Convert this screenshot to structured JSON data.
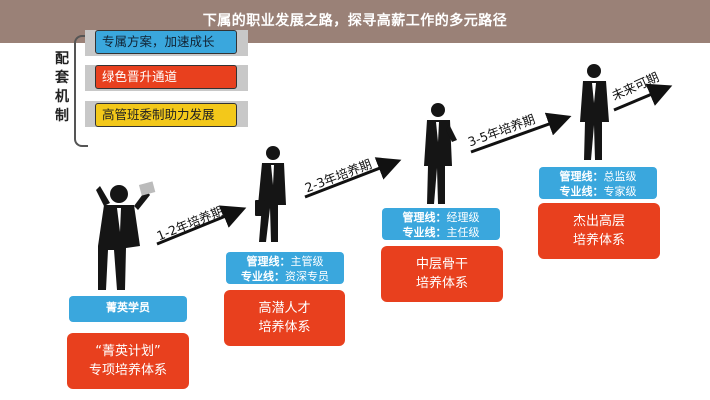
{
  "header": {
    "title": "下属的职业发展之路，探寻高薪工作的多元路径"
  },
  "mechanism": {
    "label_chars": [
      "配",
      "套",
      "机",
      "制"
    ],
    "items": [
      {
        "label": "专属方案，加速成长",
        "color": "#3aa7dd"
      },
      {
        "label": "绿色晋升通道",
        "color": "#e8401e"
      },
      {
        "label": "高管班委制助力发展",
        "color": "#f3c81a"
      }
    ]
  },
  "periods": [
    "1-2年培养期",
    "2-3年培养期",
    "3-5年培养期",
    "未来可期"
  ],
  "stages": [
    {
      "tag": [
        "菁英学员"
      ],
      "box": [
        "“菁英计划”",
        "专项培养体系"
      ]
    },
    {
      "tag": [
        [
          "管理线：",
          "主管级"
        ],
        [
          "专业线：",
          "资深专员"
        ]
      ],
      "box": [
        "高潜人才",
        "培养体系"
      ]
    },
    {
      "tag": [
        [
          "管理线：",
          "经理级"
        ],
        [
          "专业线：",
          "主任级"
        ]
      ],
      "box": [
        "中层骨干",
        "培养体系"
      ]
    },
    {
      "tag": [
        [
          "管理线：",
          "总监级"
        ],
        [
          "专业线：",
          "专家级"
        ]
      ],
      "box": [
        "杰出高层",
        "培养体系"
      ]
    }
  ],
  "colors": {
    "header": "#9a8177",
    "tag": "#3aa7dd",
    "stage": "#e8401e",
    "accent_yellow": "#f3c81a"
  }
}
